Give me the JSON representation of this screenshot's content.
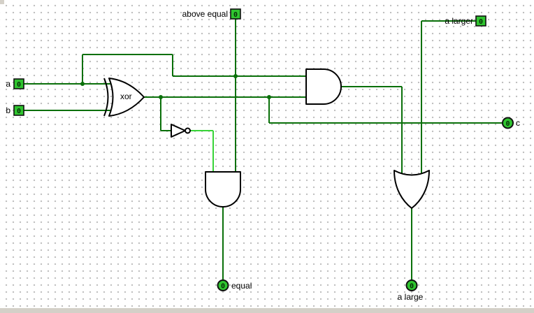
{
  "circuit": {
    "pins": {
      "a": {
        "label": "a",
        "value": "0",
        "kind": "input"
      },
      "b": {
        "label": "b",
        "value": "0",
        "kind": "input"
      },
      "above_equal": {
        "label": "above equal",
        "value": "0",
        "kind": "input"
      },
      "a_larger": {
        "label": "a larger",
        "value": "0",
        "kind": "input"
      },
      "c": {
        "label": "c",
        "value": "0",
        "kind": "output"
      },
      "equal": {
        "label": "equal",
        "value": "0",
        "kind": "output"
      },
      "a_large": {
        "label": "a large",
        "value": "0",
        "kind": "output"
      }
    },
    "gates": {
      "xor": {
        "type": "XOR",
        "label": "xor"
      },
      "and_top": {
        "type": "AND"
      },
      "and_bottom": {
        "type": "AND"
      },
      "or_bottom": {
        "type": "OR"
      },
      "inverter": {
        "type": "NOT"
      }
    },
    "colors": {
      "wire_low": "#0a700a",
      "wire_high": "#38d438",
      "pin_fill": "#2fc42f",
      "gate_outline": "#000000",
      "grid_dot": "#bdbdbd",
      "canvas_bg": "#ffffff",
      "chrome_bg": "#d4d0c8"
    }
  }
}
